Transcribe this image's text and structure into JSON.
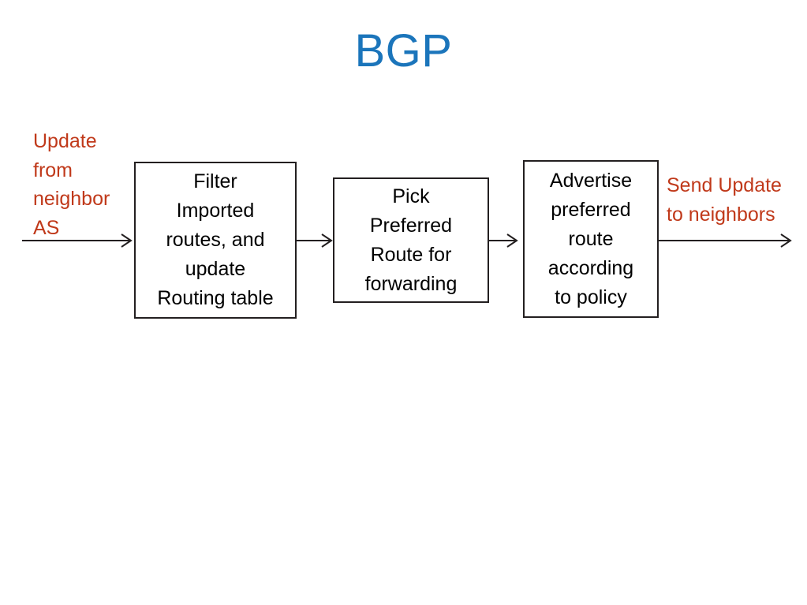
{
  "slide": {
    "title": "BGP",
    "title_color": "#1b75bb",
    "accent_color": "#c0391a",
    "box_border_color": "#231f20",
    "background_color": "#ffffff"
  },
  "labels": {
    "input": "Update\nfrom\nneighbor\nAS",
    "output": "Send Update\nto neighbors"
  },
  "boxes": [
    {
      "id": "filter",
      "text": "Filter\nImported\nroutes, and\nupdate\nRouting table"
    },
    {
      "id": "pick",
      "text": "Pick\nPreferred\nRoute for\nforwarding"
    },
    {
      "id": "advertise",
      "text": "Advertise\npreferred\nroute\naccording\nto policy"
    }
  ],
  "arrows": [
    {
      "id": "arrow-in",
      "from": "neighbor-as",
      "to": "filter"
    },
    {
      "id": "arrow-1-to-2",
      "from": "filter",
      "to": "pick"
    },
    {
      "id": "arrow-2-to-3",
      "from": "pick",
      "to": "advertise"
    },
    {
      "id": "arrow-out",
      "from": "advertise",
      "to": "neighbors"
    }
  ]
}
